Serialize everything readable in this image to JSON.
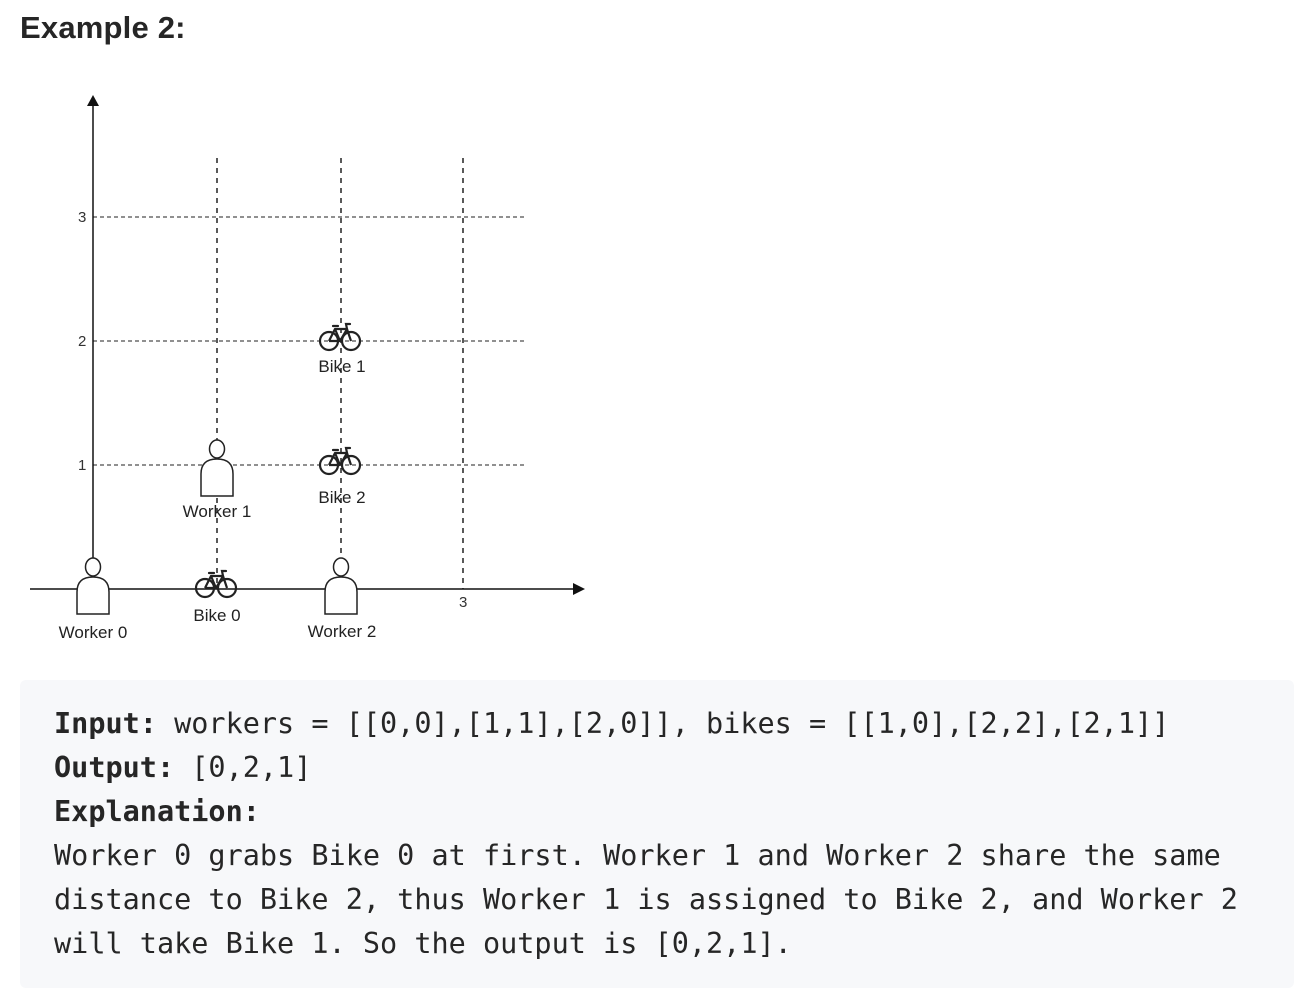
{
  "heading": "Example 2:",
  "diagram": {
    "y_ticks": [
      "3",
      "2",
      "1"
    ],
    "x_ticks": [
      "3"
    ],
    "workers": [
      {
        "label": "Worker 0"
      },
      {
        "label": "Worker 1"
      },
      {
        "label": "Worker 2"
      }
    ],
    "bikes": [
      {
        "label": "Bike 0"
      },
      {
        "label": "Bike 1"
      },
      {
        "label": "Bike 2"
      }
    ]
  },
  "example": {
    "input_label": "Input:",
    "input_value": " workers = [[0,0],[1,1],[2,0]], bikes = [[1,0],[2,2],[2,1]]",
    "output_label": "Output:",
    "output_value": " [0,2,1]",
    "explanation_label": "Explanation:",
    "explanation_lines": [
      "Worker 0 grabs Bike 0 at first. Worker 1 and Worker 2 share the same",
      "distance to Bike 2, thus Worker 1 is assigned to Bike 2, and Worker 2",
      "will take Bike 1. So the output is [0,2,1]."
    ]
  }
}
